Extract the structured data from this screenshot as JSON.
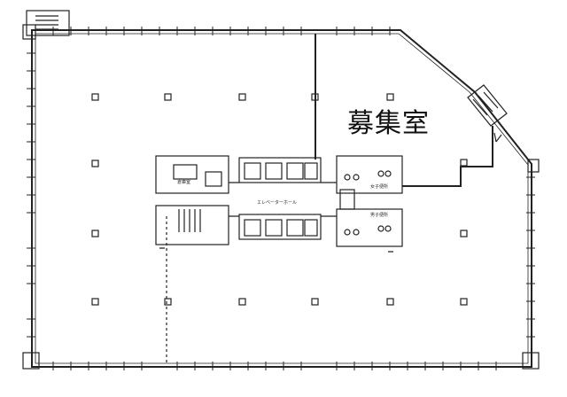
{
  "plan": {
    "vacancy_label": "募集室",
    "elevator_hall_label": "エレベーターホール",
    "room_labels": {
      "core_top_left": "倉庫室",
      "wc_female": "女子便所",
      "wc_male": "男子便所"
    },
    "colors": {
      "line": "#222222",
      "background": "#ffffff"
    }
  }
}
